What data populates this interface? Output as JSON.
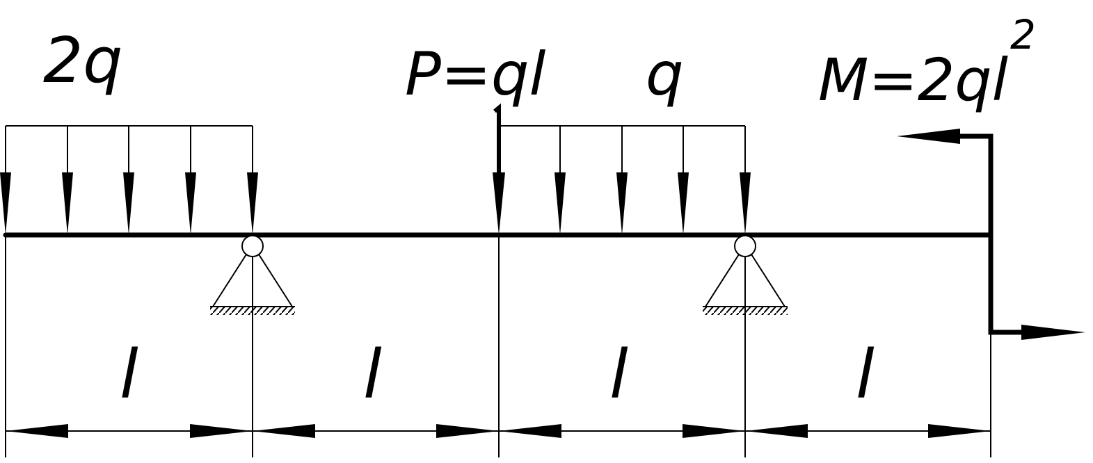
{
  "loads": {
    "distributed_left": "2q",
    "point_force": "P=ql",
    "distributed_right": "q",
    "moment": "M=2ql",
    "moment_exponent": "2"
  },
  "dimensions": {
    "span_1": "l",
    "span_2": "l",
    "span_3": "l",
    "span_4": "l"
  },
  "colors": {
    "ink": "#000000",
    "background": "#ffffff"
  }
}
